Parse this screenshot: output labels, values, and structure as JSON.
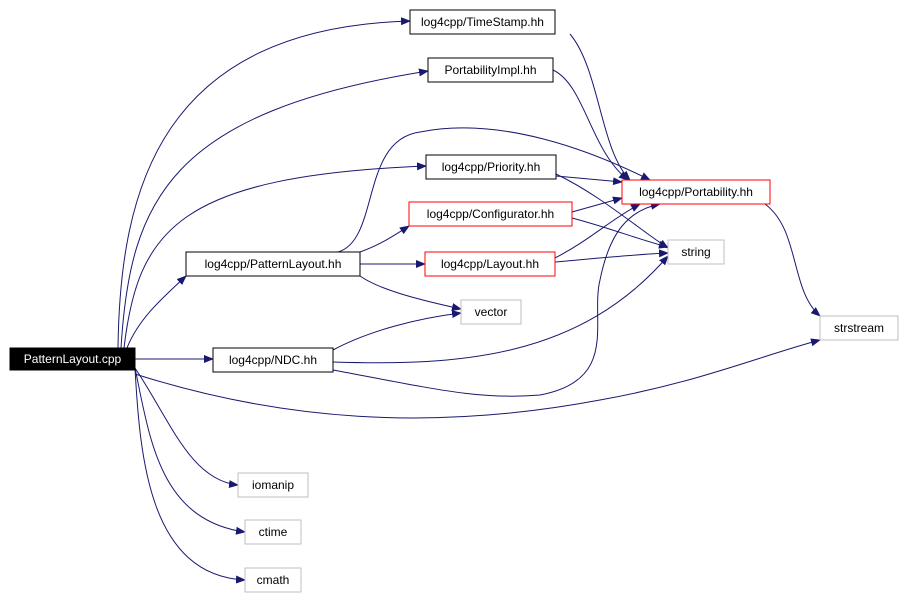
{
  "diagram": {
    "type": "include-dependency-graph",
    "colors": {
      "edge": "#191970",
      "root_fill": "#000000",
      "root_text": "#ffffff",
      "node_border": "#000000",
      "node_border_incomplete": "#ff0000",
      "node_border_external": "#bfbfbf",
      "node_text": "#000000"
    },
    "nodes": [
      {
        "id": "root",
        "label": "PatternLayout.cpp",
        "kind": "root"
      },
      {
        "id": "timestamp",
        "label": "log4cpp/TimeStamp.hh",
        "kind": "documented"
      },
      {
        "id": "portimpl",
        "label": "PortabilityImpl.hh",
        "kind": "documented"
      },
      {
        "id": "priority",
        "label": "log4cpp/Priority.hh",
        "kind": "documented"
      },
      {
        "id": "configurator",
        "label": "log4cpp/Configurator.hh",
        "kind": "truncated"
      },
      {
        "id": "portability",
        "label": "log4cpp/Portability.hh",
        "kind": "truncated"
      },
      {
        "id": "patternlayout",
        "label": "log4cpp/PatternLayout.hh",
        "kind": "documented"
      },
      {
        "id": "layout",
        "label": "log4cpp/Layout.hh",
        "kind": "truncated"
      },
      {
        "id": "string",
        "label": "string",
        "kind": "external"
      },
      {
        "id": "vector",
        "label": "vector",
        "kind": "external"
      },
      {
        "id": "strstream",
        "label": "strstream",
        "kind": "external"
      },
      {
        "id": "ndc",
        "label": "log4cpp/NDC.hh",
        "kind": "documented"
      },
      {
        "id": "iomanip",
        "label": "iomanip",
        "kind": "external"
      },
      {
        "id": "ctime",
        "label": "ctime",
        "kind": "external"
      },
      {
        "id": "cmath",
        "label": "cmath",
        "kind": "external"
      }
    ],
    "edges": [
      [
        "root",
        "timestamp"
      ],
      [
        "root",
        "portimpl"
      ],
      [
        "root",
        "priority"
      ],
      [
        "root",
        "patternlayout"
      ],
      [
        "root",
        "ndc"
      ],
      [
        "root",
        "strstream"
      ],
      [
        "root",
        "iomanip"
      ],
      [
        "root",
        "ctime"
      ],
      [
        "root",
        "cmath"
      ],
      [
        "timestamp",
        "portability"
      ],
      [
        "portimpl",
        "portability"
      ],
      [
        "priority",
        "portability"
      ],
      [
        "priority",
        "string"
      ],
      [
        "configurator",
        "portability"
      ],
      [
        "configurator",
        "string"
      ],
      [
        "patternlayout",
        "portability"
      ],
      [
        "patternlayout",
        "configurator"
      ],
      [
        "patternlayout",
        "layout"
      ],
      [
        "patternlayout",
        "vector"
      ],
      [
        "layout",
        "portability"
      ],
      [
        "layout",
        "string"
      ],
      [
        "portability",
        "strstream"
      ],
      [
        "ndc",
        "vector"
      ],
      [
        "ndc",
        "string"
      ],
      [
        "ndc",
        "portability"
      ]
    ]
  }
}
